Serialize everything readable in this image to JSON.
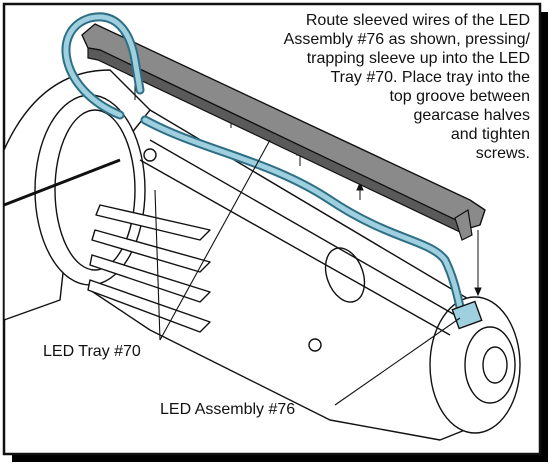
{
  "instruction": {
    "text": "Route sleeved wires of the LED\nAssembly #76 as shown, pressing/\ntrapping sleeve up into the LED\nTray #70. Place tray into the\ntop groove between\ngearcase halves\nand tighten\nscrews."
  },
  "labels": {
    "led_tray": "LED Tray #70",
    "led_assembly": "LED Assembly #76"
  },
  "colors": {
    "tray": "#8a8a8a",
    "tray_dark": "#5a5a5a",
    "wire_sleeve": "#9fd0df",
    "wire_outline": "#2f6f85",
    "part_fill": "#ffffff",
    "line": "#111111",
    "shadow": "#000000"
  }
}
